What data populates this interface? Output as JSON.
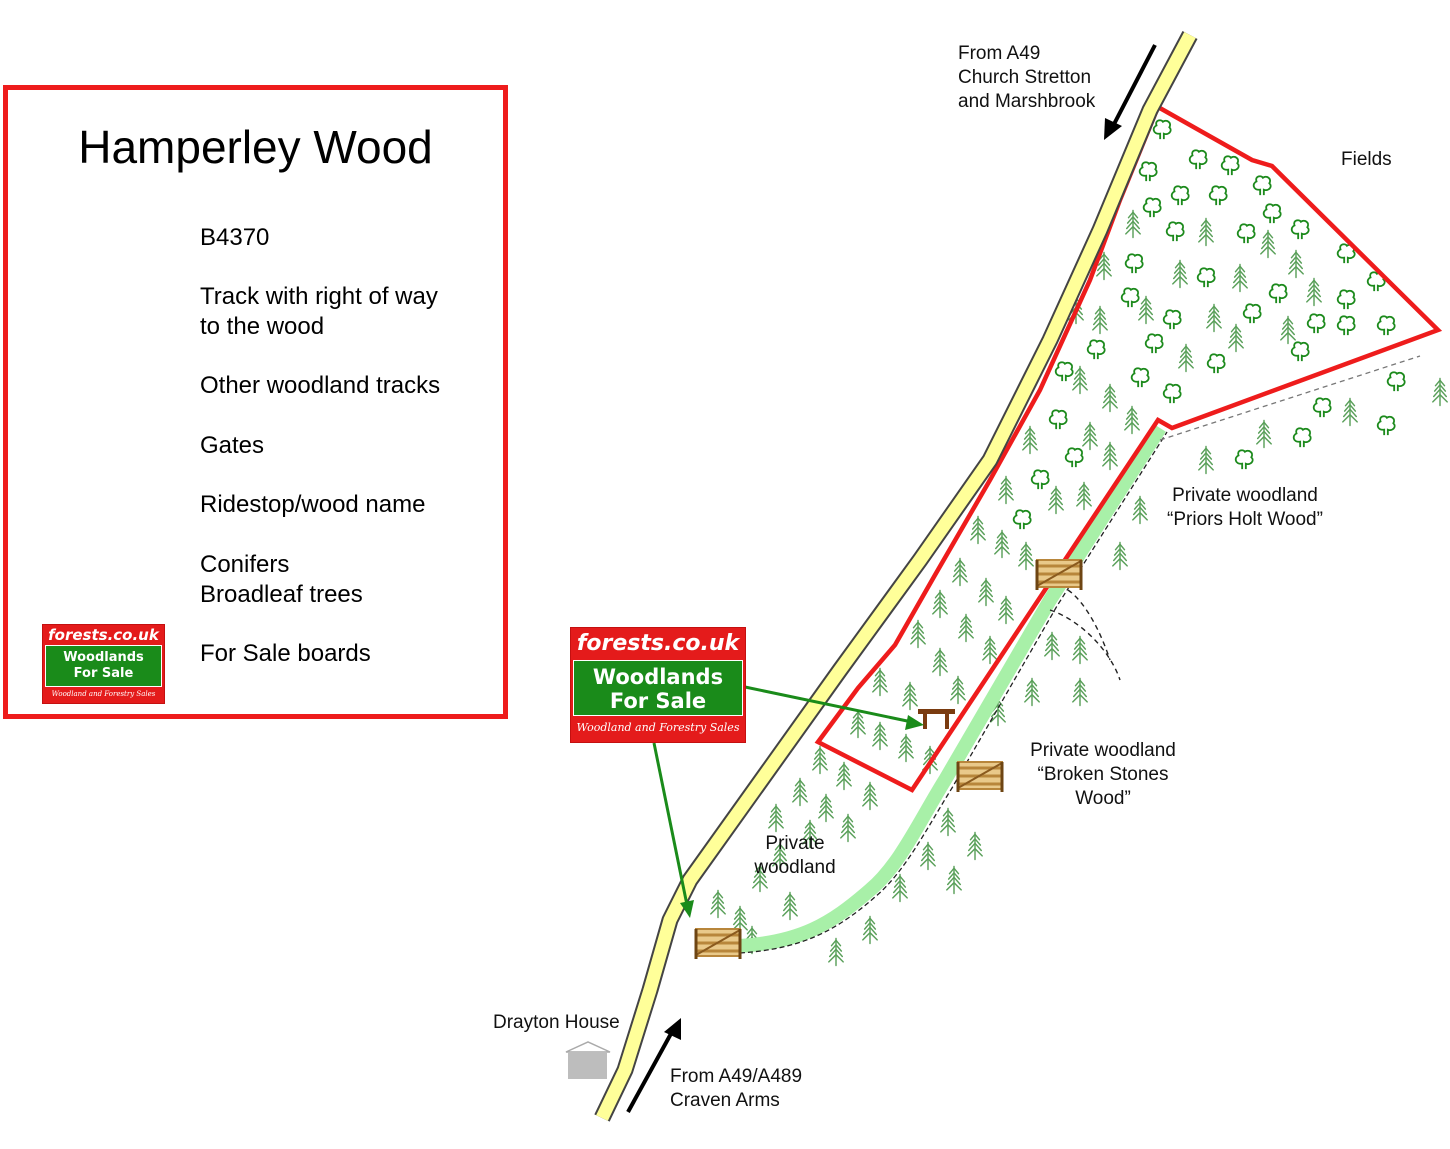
{
  "legend": {
    "title": "Hamperley Wood",
    "items": [
      {
        "label": "B4370",
        "icon": "road-yellow-line-icon"
      },
      {
        "label": "Track with right of way\nto the wood",
        "icon": "green-track-icon"
      },
      {
        "label": "Other woodland tracks",
        "icon": "dashed-track-icon"
      },
      {
        "label": "Gates",
        "icon": "gate-icon"
      },
      {
        "label": "Ridestop/wood name",
        "icon": "ridestop-icon"
      },
      {
        "label": "Conifers\nBroadleaf trees",
        "icon": "tree-icons"
      },
      {
        "label": "For Sale boards",
        "icon": "for-sale-board-icon"
      }
    ]
  },
  "sale_board": {
    "site": "forests.co.uk",
    "headline": "Woodlands\nFor Sale",
    "tagline": "Woodland and Forestry Sales"
  },
  "labels": {
    "from_north": "From A49\nChurch Stretton\nand Marshbrook",
    "fields": "Fields",
    "priors_holt": "Private woodland\n“Priors Holt Wood”",
    "broken_stones": "Private woodland\n“Broken Stones\nWood”",
    "private_woodland": "Private\nwoodland",
    "drayton_house": "Drayton House",
    "from_south": "From A49/A489\nCraven Arms"
  },
  "colors": {
    "boundary": "#ee1c1c",
    "road_fill": "#ffff99",
    "track": "#a8f0a8",
    "conifer": "#5aa05a",
    "broadleaf": "#1c8a1c",
    "board_red": "#e41b1b",
    "board_green": "#1a8b1a",
    "gate": "#b8863b",
    "ridestop": "#7a3b10",
    "house": "#bdbdbd"
  }
}
